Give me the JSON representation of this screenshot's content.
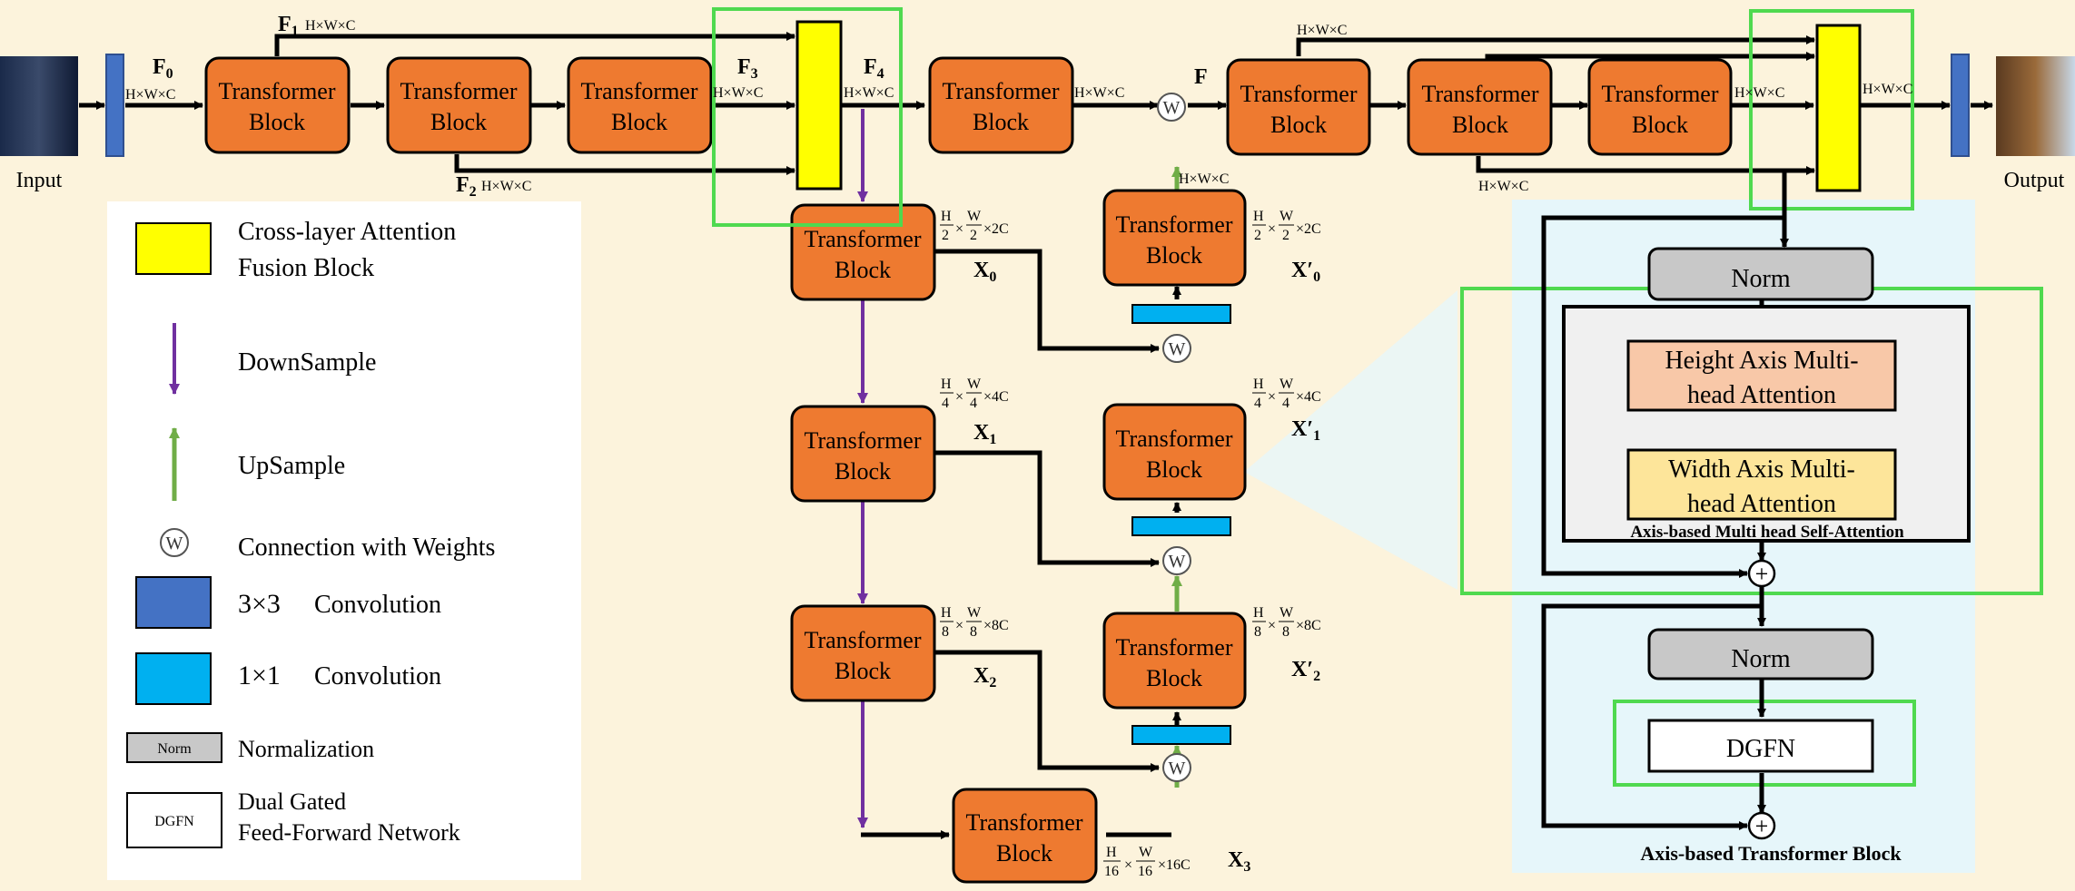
{
  "labels": {
    "input": "Input",
    "output": "Output",
    "transformer_line1": "Transformer",
    "transformer_line2": "Block",
    "f0": "F",
    "f0_sub": "0",
    "f1": "F",
    "f1_sub": "1",
    "f2": "F",
    "f2_sub": "2",
    "f3": "F",
    "f3_sub": "3",
    "f4": "F",
    "f4_sub": "4",
    "f": "F",
    "hwc": "H×W×C",
    "x0": "X",
    "x0_sub": "0",
    "x1": "X",
    "x1_sub": "1",
    "x2": "X",
    "x2_sub": "2",
    "x3": "X",
    "x3_sub": "3",
    "x0p": "X′",
    "x0p_sub": "0",
    "x1p": "X′",
    "x1p_sub": "1",
    "x2p": "X′",
    "x2p_sub": "2",
    "dim_half_h": "H",
    "dim_half_d": "2",
    "dim_half_w": "W",
    "dim_half_c": "×2C",
    "dim_quarter_d": "4",
    "dim_quarter_c": "×4C",
    "dim_eighth_d": "8",
    "dim_eighth_c": "×8C",
    "dim_sixteenth_d": "16",
    "dim_sixteenth_c": "×16C",
    "times": "×",
    "w_symbol": "W",
    "plus_symbol": "+"
  },
  "axis_block": {
    "norm1": "Norm",
    "height_line1": "Height Axis Multi-",
    "height_line2": "head Attention",
    "width_line1": "Width Axis Multi-",
    "width_line2": "head Attention",
    "mhsa_label": "Axis-based Multi head Self-Attention",
    "norm2": "Norm",
    "dgfn": "DGFN",
    "block_title": "Axis-based Transformer Block"
  },
  "legend": {
    "cross_line1": "Cross-layer Attention",
    "cross_line2": "Fusion Block",
    "downsample": "DownSample",
    "upsample": "UpSample",
    "weights_symbol": "W",
    "weights": "Connection with Weights",
    "conv3_prefix": "3×3",
    "conv3": "Convolution",
    "conv1_prefix": "1×1",
    "conv1": "Convolution",
    "norm_icon": "Norm",
    "norm": "Normalization",
    "dgfn_icon": "DGFN",
    "dgfn_line1": "Dual Gated",
    "dgfn_line2": "Feed-Forward Network"
  },
  "colors": {
    "background": "#fcf3dc",
    "transformer": "#ee7a30",
    "cross_fusion": "#ffff00",
    "conv3x3": "#4472c4",
    "conv1x1": "#00b0f0",
    "downsample": "#7030a0",
    "upsample": "#70ad47",
    "highlight": "#4fd94f",
    "norm": "#c8c8c8",
    "height_attention": "#f8c8a8",
    "width_attention": "#fde59a",
    "axis_panel": "#e6f6fa"
  }
}
